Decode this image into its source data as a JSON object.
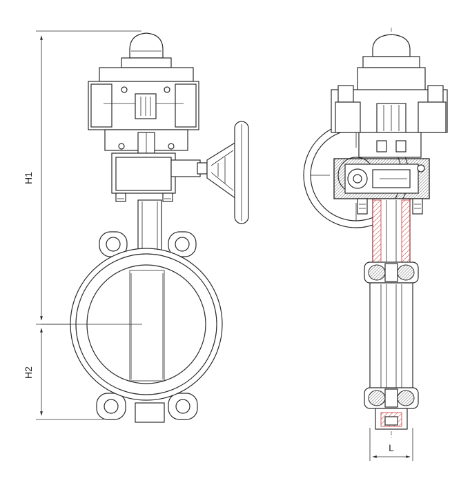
{
  "dimensions": {
    "h1": "H1",
    "h2": "H2",
    "l": "L"
  },
  "colors": {
    "line": "#2a2a2a",
    "section_hatch": "#c83232",
    "background": "#ffffff"
  }
}
